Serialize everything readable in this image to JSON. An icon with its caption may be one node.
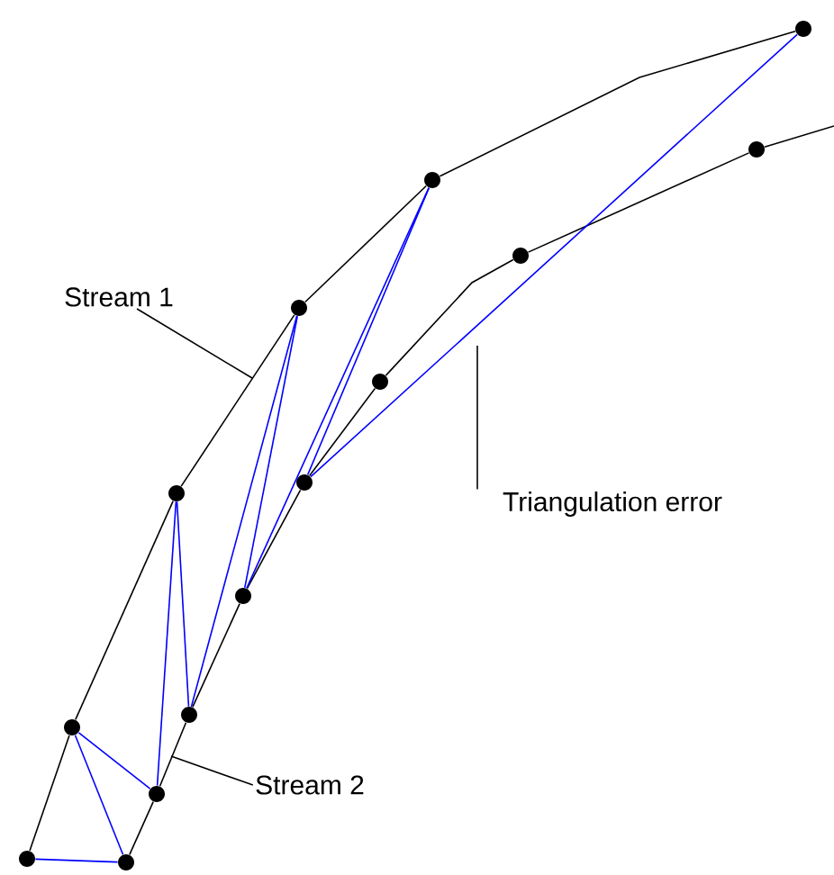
{
  "diagram": {
    "nodes": [
      {
        "text": [],
        "shape": "circle"
      },
      {
        "text": [],
        "shape": "circle"
      },
      {
        "text": [],
        "shape": "circle"
      },
      {
        "text": [],
        "shape": "circle"
      },
      {
        "text": [],
        "shape": "circle"
      },
      {
        "text": [],
        "shape": "circle"
      },
      {
        "text": [],
        "shape": "circle"
      },
      {
        "text": [],
        "shape": "circle"
      },
      {
        "text": [],
        "shape": "circle"
      },
      {
        "text": [],
        "shape": "circle"
      },
      {
        "text": [],
        "shape": "circle"
      },
      {
        "text": [],
        "shape": "circle"
      },
      {
        "text": [],
        "shape": "circle"
      },
      {
        "text": [],
        "shape": "circle"
      },
      {
        "text": [
          "Stream 1"
        ]
      },
      {
        "text": [
          "Stream 2"
        ]
      },
      {
        "text": [
          "Triangulation error"
        ]
      }
    ],
    "edges": [
      {
        "from": 0,
        "to": 1,
        "arrow": "none"
      },
      {
        "from": 1,
        "to": 2,
        "arrow": "none"
      },
      {
        "from": 2,
        "to": 3,
        "arrow": "none"
      },
      {
        "from": 3,
        "to": 4,
        "arrow": "none"
      },
      {
        "from": 4,
        "to": 5,
        "arrow": "none"
      },
      {
        "from": 6,
        "to": 7,
        "arrow": "none"
      },
      {
        "from": 7,
        "to": 8,
        "arrow": "none"
      },
      {
        "from": 8,
        "to": 9,
        "arrow": "none"
      },
      {
        "from": 9,
        "to": 10,
        "arrow": "none"
      },
      {
        "from": 10,
        "to": 11,
        "arrow": "none"
      },
      {
        "from": 11,
        "to": 12,
        "arrow": "none"
      },
      {
        "from": 12,
        "to": 13,
        "arrow": "none"
      },
      {
        "from": 13,
        "to": null,
        "arrow": "none"
      },
      {
        "from": 0,
        "to": 6,
        "arrow": "none",
        "color": "#0000ff"
      },
      {
        "from": 1,
        "to": 6,
        "arrow": "none",
        "color": "#0000ff"
      },
      {
        "from": 1,
        "to": 7,
        "arrow": "none",
        "color": "#0000ff"
      },
      {
        "from": 2,
        "to": 7,
        "arrow": "none",
        "color": "#0000ff"
      },
      {
        "from": 2,
        "to": 8,
        "arrow": "none",
        "color": "#0000ff"
      },
      {
        "from": 3,
        "to": 8,
        "arrow": "none",
        "color": "#0000ff"
      },
      {
        "from": 3,
        "to": 9,
        "arrow": "none",
        "color": "#0000ff"
      },
      {
        "from": 4,
        "to": 9,
        "arrow": "none",
        "color": "#0000ff"
      },
      {
        "from": 4,
        "to": 10,
        "arrow": "none",
        "color": "#0000ff"
      },
      {
        "from": 5,
        "to": 10,
        "arrow": "none",
        "color": "#0000ff"
      },
      {
        "from": 14,
        "to": null,
        "arrow": "none"
      },
      {
        "from": 15,
        "to": null,
        "arrow": "none"
      },
      {
        "from": 16,
        "to": null,
        "arrow": "none"
      }
    ]
  }
}
